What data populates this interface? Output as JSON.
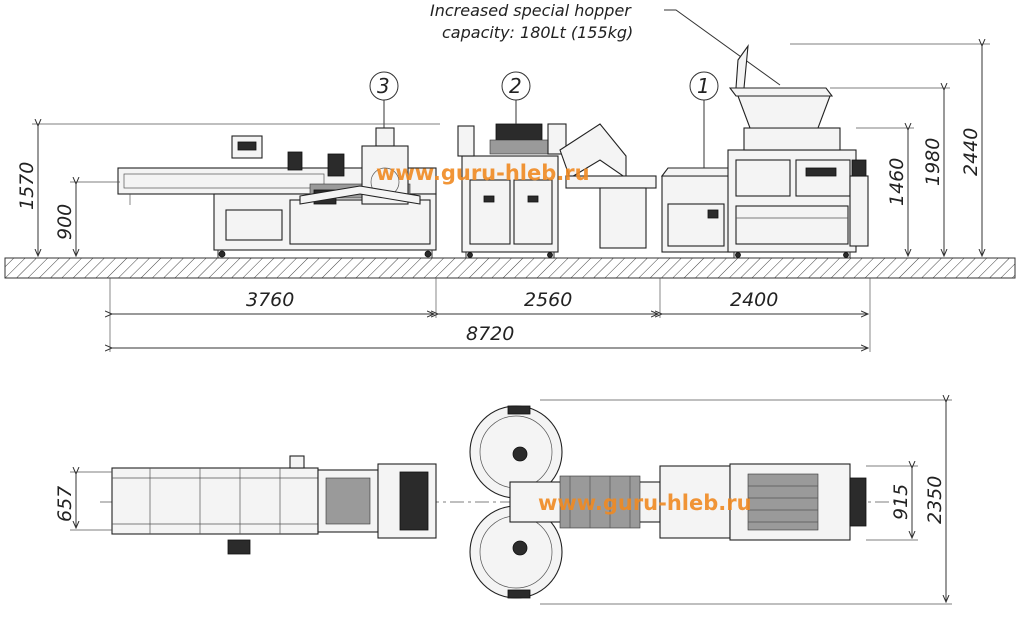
{
  "hopper_note": {
    "line1": "Increased special hopper",
    "line2": "capacity: 180Lt (155kg)"
  },
  "unit_numbers": [
    "3",
    "2",
    "1"
  ],
  "watermark": "www.guru-hleb.ru",
  "side_view": {
    "height_dims": {
      "left_total": "1570",
      "left_table": "900",
      "unit1_body": "1460",
      "unit1_hopper": "1980",
      "unit1_top": "2440"
    },
    "length_dims": {
      "section3": "3760",
      "section2": "2560",
      "section1": "2400",
      "total": "8720"
    }
  },
  "top_view": {
    "width_dims": {
      "conveyor_width": "657",
      "unit1_width": "915",
      "total_width": "2350"
    }
  }
}
